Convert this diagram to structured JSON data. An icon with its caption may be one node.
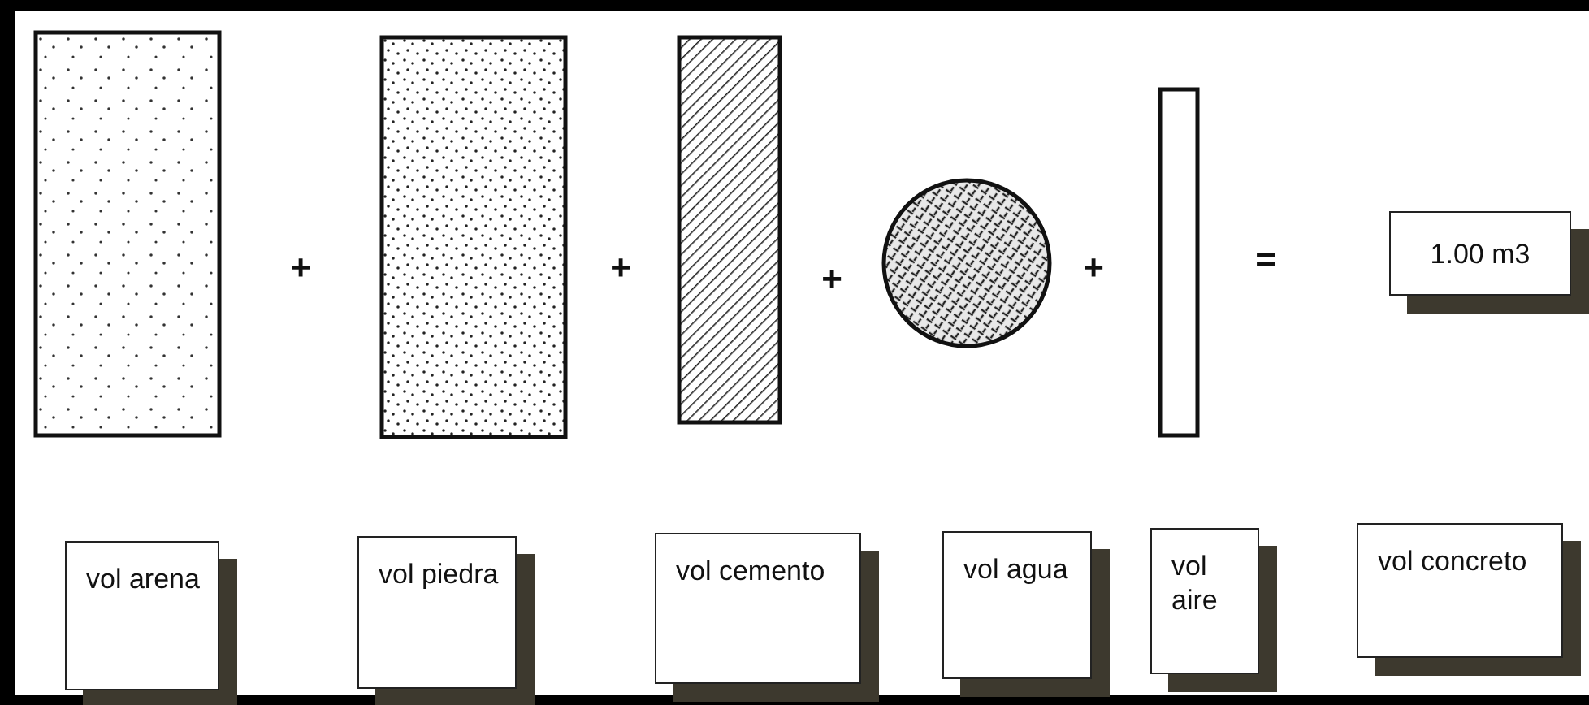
{
  "diagram": {
    "nodes": [
      {
        "text": [],
        "shape": "box"
      },
      {
        "text": [],
        "shape": "box"
      },
      {
        "text": [],
        "shape": "box"
      },
      {
        "text": [],
        "shape": "circle"
      },
      {
        "text": [],
        "shape": "bar"
      },
      {
        "text": [
          "1.00 m3"
        ]
      },
      {
        "text": [
          "vol arena"
        ]
      },
      {
        "text": [
          "vol piedra"
        ]
      },
      {
        "text": [
          "vol cemento"
        ]
      },
      {
        "text": [
          "vol agua"
        ]
      },
      {
        "text": [
          "vol aire"
        ]
      },
      {
        "text": [
          "vol concreto"
        ]
      }
    ],
    "edges": [],
    "labels": [
      "+",
      "+",
      "+",
      "+",
      "="
    ]
  }
}
